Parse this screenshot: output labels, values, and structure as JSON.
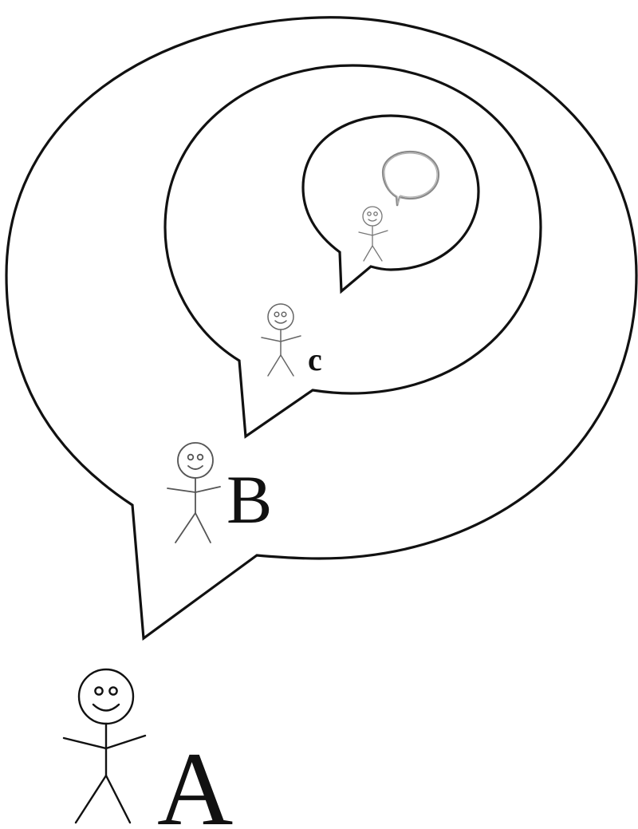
{
  "figures": [
    {
      "id": "A",
      "label": "A"
    },
    {
      "id": "B",
      "label": "B"
    },
    {
      "id": "C",
      "label": "c"
    },
    {
      "id": "D",
      "label": ""
    }
  ]
}
